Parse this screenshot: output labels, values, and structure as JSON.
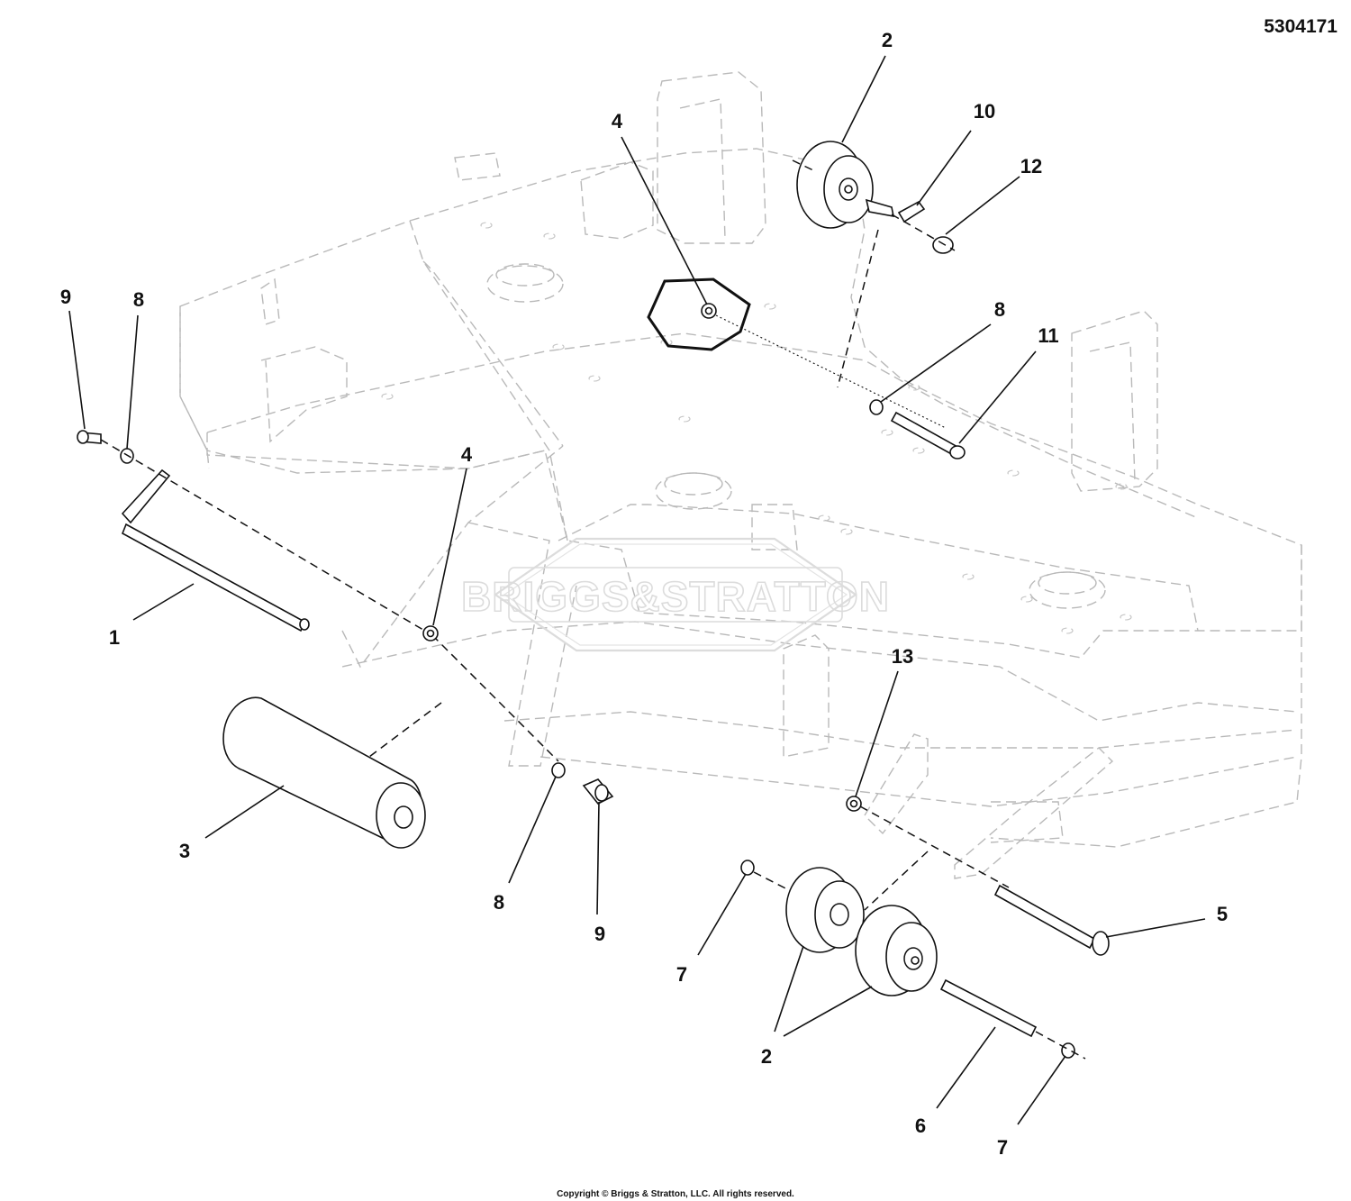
{
  "document_number": "5304171",
  "copyright": "Copyright © Briggs & Stratton, LLC. All rights reserved.",
  "watermark": "BRIGGS&STRATTON",
  "callouts": [
    {
      "label": "2"
    },
    {
      "label": "4"
    },
    {
      "label": "10"
    },
    {
      "label": "12"
    },
    {
      "label": "9"
    },
    {
      "label": "8"
    },
    {
      "label": "8"
    },
    {
      "label": "11"
    },
    {
      "label": "4"
    },
    {
      "label": "1"
    },
    {
      "label": "13"
    },
    {
      "label": "3"
    },
    {
      "label": "8"
    },
    {
      "label": "9"
    },
    {
      "label": "5"
    },
    {
      "label": "7"
    },
    {
      "label": "2"
    },
    {
      "label": "6"
    },
    {
      "label": "7"
    }
  ]
}
